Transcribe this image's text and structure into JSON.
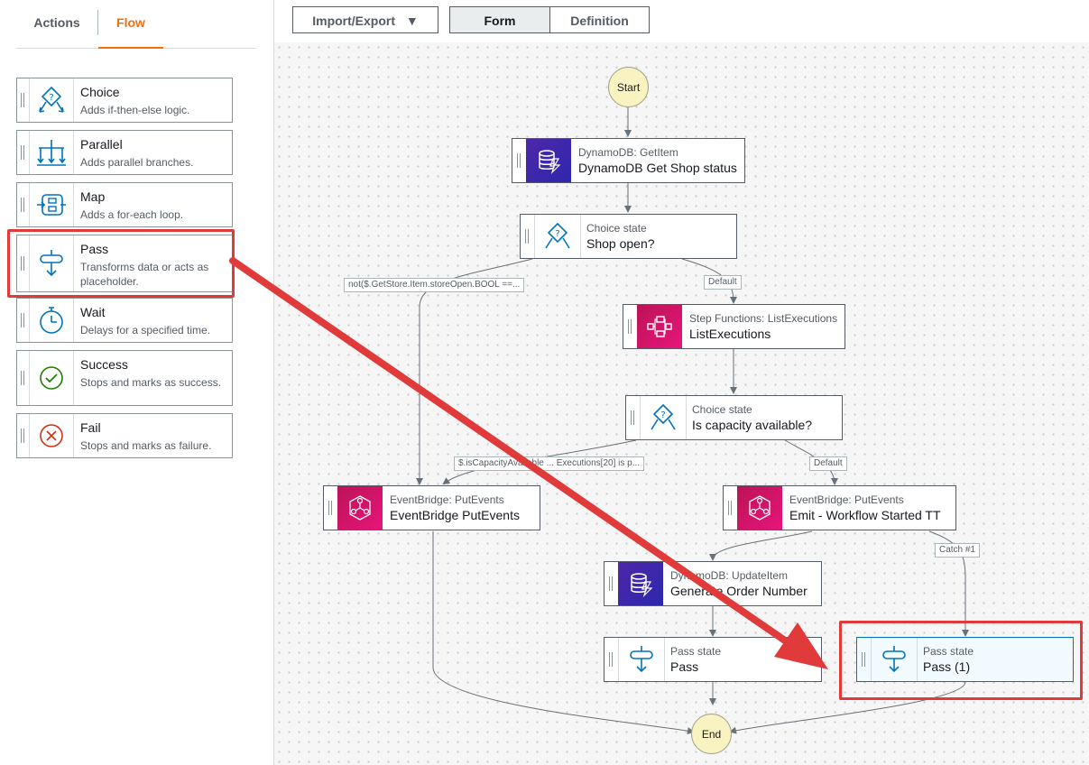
{
  "tabs": {
    "actions": "Actions",
    "flow": "Flow"
  },
  "flow_items": [
    {
      "title": "Choice",
      "desc": "Adds if-then-else logic."
    },
    {
      "title": "Parallel",
      "desc": "Adds parallel branches."
    },
    {
      "title": "Map",
      "desc": "Adds a for-each loop."
    },
    {
      "title": "Pass",
      "desc": "Transforms data or acts as placeholder."
    },
    {
      "title": "Wait",
      "desc": "Delays for a specified time."
    },
    {
      "title": "Success",
      "desc": "Stops and marks as success."
    },
    {
      "title": "Fail",
      "desc": "Stops and marks as failure."
    }
  ],
  "toolbar": {
    "import_export": "Import/Export",
    "form": "Form",
    "definition": "Definition"
  },
  "graph": {
    "start": "Start",
    "end": "End",
    "nodes": [
      {
        "type": "DynamoDB: GetItem",
        "name": "DynamoDB Get Shop status"
      },
      {
        "type": "Choice state",
        "name": "Shop open?"
      },
      {
        "type": "Step Functions: ListExecutions",
        "name": "ListExecutions"
      },
      {
        "type": "Choice state",
        "name": "Is capacity available?"
      },
      {
        "type": "EventBridge: PutEvents",
        "name": "EventBridge PutEvents"
      },
      {
        "type": "EventBridge: PutEvents",
        "name": "Emit - Workflow Started TT"
      },
      {
        "type": "DynamoDB: UpdateItem",
        "name": "Generate Order Number"
      },
      {
        "type": "Pass state",
        "name": "Pass"
      },
      {
        "type": "Pass state",
        "name": "Pass (1)"
      }
    ],
    "edge_labels": {
      "not_store_open": "not($.GetStore.Item.storeOpen.BOOL ==...",
      "default1": "Default",
      "is_capacity": "$.isCapacityAvailable ... Executions[20] is p...",
      "default2": "Default",
      "catch": "Catch #1"
    }
  },
  "colors": {
    "accent": "#ec7211",
    "highlight": "#e13a3a",
    "selected": "#0073bb"
  }
}
